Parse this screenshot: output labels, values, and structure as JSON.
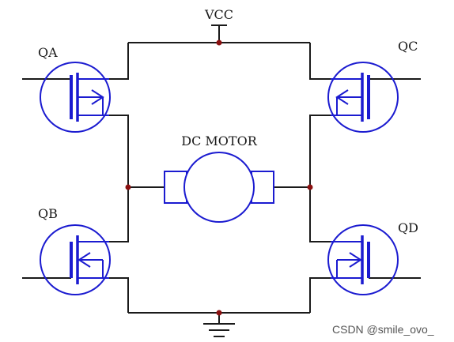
{
  "labels": {
    "vcc": "VCC",
    "motor": "DC MOTOR",
    "qa": "QA",
    "qb": "QB",
    "qc": "QC",
    "qd": "QD"
  },
  "watermark": "CSDN @smile_ovo_",
  "colors": {
    "wire": "#1a1a1a",
    "component": "#1b1bd0",
    "junction": "#8b1010",
    "background": "#ffffff"
  }
}
